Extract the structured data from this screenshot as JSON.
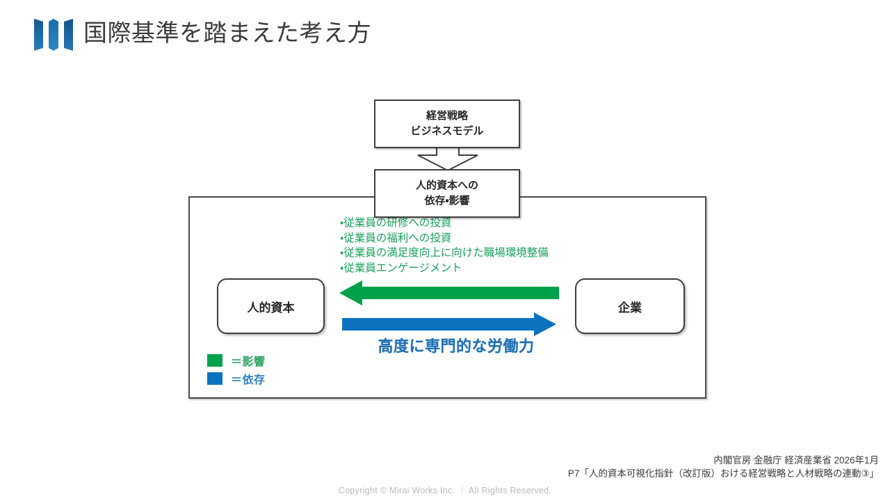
{
  "header": {
    "title": "国際基準を踏まえた考え方",
    "logo_icon": "three-bars-logo-icon",
    "logo_colors": [
      "#17578f",
      "#1b6ca8",
      "#2a7fb8"
    ]
  },
  "diagram": {
    "strategy_box": {
      "line1": "経営戦略",
      "line2": "ビジネスモデル"
    },
    "connector_icon": "down-block-arrow-icon",
    "dependency_box": {
      "line1": "人的資本への",
      "line2": "依存・影響"
    },
    "bullets": [
      "・従業員の研修への投資",
      "・従業員の福利への投資",
      "・従業員の満足度向上に向けた職場環境整備",
      "・従業員エンゲージメント"
    ],
    "left_box": {
      "label": "人的資本"
    },
    "right_box": {
      "label": "企業"
    },
    "influence_arrow": {
      "icon": "left-arrow-icon",
      "direction": "left",
      "color": "#00a14b"
    },
    "dependence_arrow": {
      "icon": "right-arrow-icon",
      "direction": "right",
      "color": "#0c72c0"
    },
    "flow_caption": "高度に専門的な労働力",
    "legend": [
      {
        "label": "＝影響",
        "color": "#00a14b",
        "text_color": "#2f9f62",
        "icon": "green-square-swatch-icon"
      },
      {
        "label": "＝依存",
        "color": "#0c72c0",
        "text_color": "#2f7fc0",
        "icon": "blue-square-swatch-icon"
      }
    ]
  },
  "footer": {
    "source_line1": "内閣官房 金融庁 経済産業省 2026年1月",
    "source_line2": "P7「人的資本可視化指針（改訂版）おける経営戦略と人材戦略の連動③」",
    "copyright": "Copyright © Mirai Works Inc. ｜ All Rights Reserved."
  }
}
